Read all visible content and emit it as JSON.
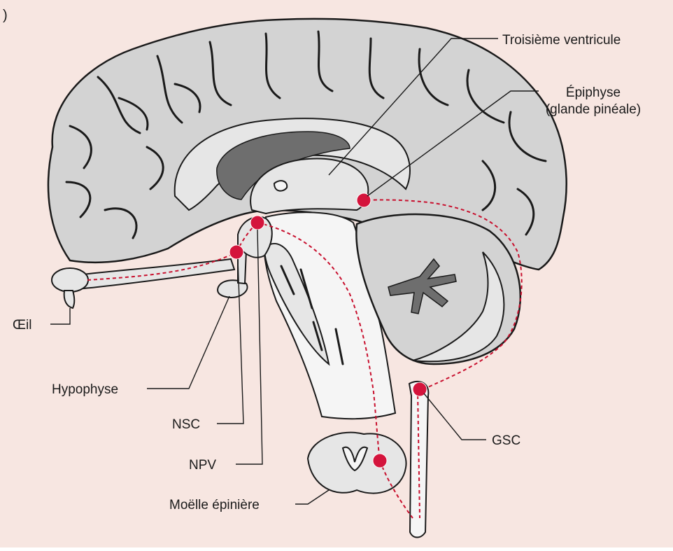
{
  "figure": {
    "corner_mark": ")",
    "labels": {
      "third_ventricle": "Troisième ventricule",
      "pineal_line1": "Épiphyse",
      "pineal_line2": "(glande pinéale)",
      "eye": "Œil",
      "pituitary": "Hypophyse",
      "nsc": "NSC",
      "npv": "NPV",
      "gsc": "GSC",
      "spinal_cord": "Moëlle épinière"
    }
  },
  "colors": {
    "background": "#f7e6e1",
    "brain_fill": "#d3d3d3",
    "brain_light": "#e6e6e6",
    "ventricle_dark": "#6e6e6e",
    "white_matter": "#f5f5f5",
    "outline": "#1a1a1a",
    "nucleus_red": "#d4143c",
    "pathway_red": "#c8102e"
  }
}
